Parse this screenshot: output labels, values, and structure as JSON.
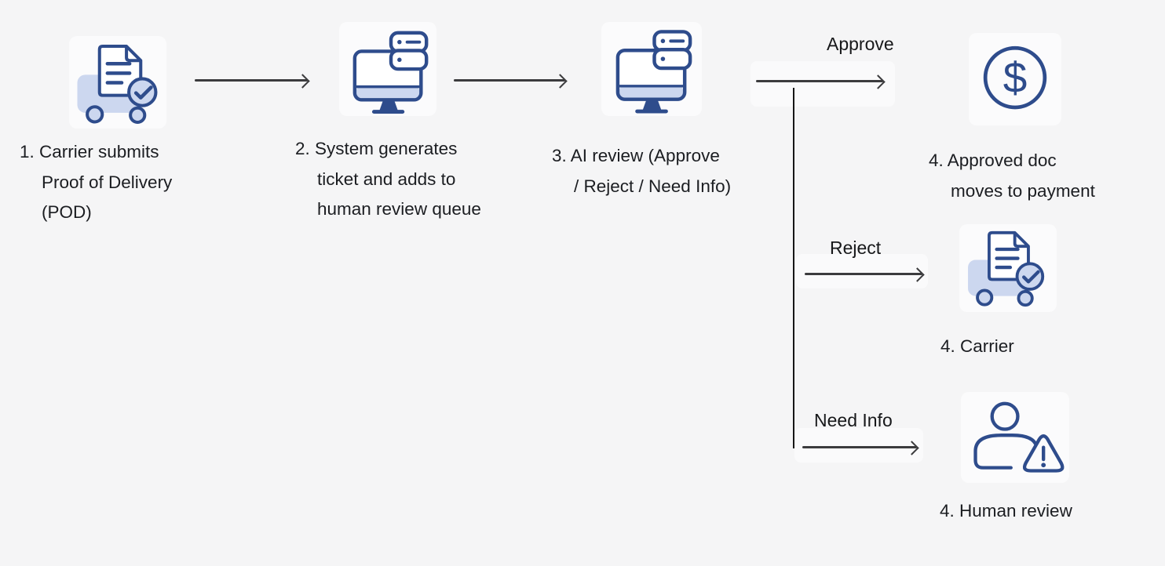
{
  "diagram": {
    "title_hint": "POD review workflow",
    "colors": {
      "background": "#f5f5f6",
      "icon_stroke": "#2e4c8c",
      "icon_fill": "#ccd7ef",
      "arrow": "#3c3c3e",
      "text": "#1b1d21"
    },
    "steps": [
      {
        "icon": "truck-document-check-icon",
        "lines": [
          "1. Carrier submits",
          "Proof of Delivery",
          "(POD)"
        ]
      },
      {
        "icon": "monitor-server-icon",
        "lines": [
          "2. System generates",
          "ticket and adds to",
          "human review queue"
        ]
      },
      {
        "icon": "monitor-server-icon",
        "lines": [
          "3. AI review (Approve",
          "/ Reject / Need Info)"
        ]
      }
    ],
    "branches": [
      {
        "label": "Approve",
        "icon": "dollar-circle-icon",
        "lines": [
          "4. Approved doc",
          "moves to payment"
        ]
      },
      {
        "label": "Reject",
        "icon": "truck-document-check-icon",
        "lines": [
          "4. Carrier"
        ]
      },
      {
        "label": "Need Info",
        "icon": "person-alert-icon",
        "lines": [
          "4. Human review"
        ]
      }
    ]
  }
}
